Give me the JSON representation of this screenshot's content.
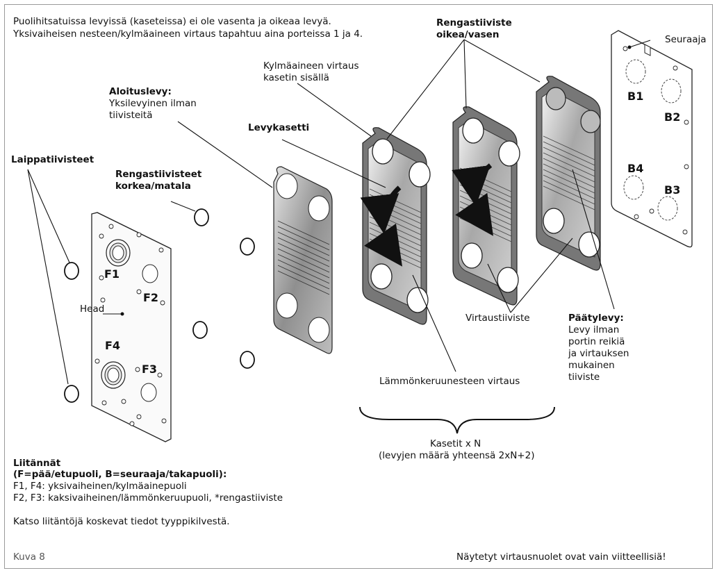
{
  "intro": {
    "line1": "Puolihitsatuissa levyissä (kaseteissa) ei ole vasenta ja oikeaa levyä.",
    "line2": "Yksivaiheisen nesteen/kylmäaineen virtaus tapahtuu aina porteissa 1 ja 4."
  },
  "labels": {
    "ring_right_left_1": "Rengastiiviste",
    "ring_right_left_2": "oikea/vasen",
    "seuraaja": "Seuraaja",
    "refrigerant_flow_1": "Kylmäaineen virtaus",
    "refrigerant_flow_2": "kasetin sisällä",
    "start_plate_title": "Aloituslevy:",
    "start_plate_1": "Yksilevyinen ilman",
    "start_plate_2": "tiivisteitä",
    "cassette": "Levykasetti",
    "flange_gaskets": "Laippatiivisteet",
    "ring_high_low_1": "Rengastiivisteet",
    "ring_high_low_2": "korkea/matala",
    "head": "Head",
    "flow_gasket": "Virtaustiiviste",
    "end_plate_title": "Päätylevy:",
    "end_plate_1": "Levy ilman",
    "end_plate_2": "portin reikiä",
    "end_plate_3": "ja virtauksen",
    "end_plate_4": "mukainen",
    "end_plate_5": "tiiviste",
    "heat_transfer_flow": "Lämmönkeruunesteen virtaus",
    "cassettes_n": "Kasetit x N",
    "plate_count": "(levyjen määrä yhteensä 2xN+2)"
  },
  "ports": {
    "f1": "F1",
    "f2": "F2",
    "f3": "F3",
    "f4": "F4",
    "b1": "B1",
    "b2": "B2",
    "b3": "B3",
    "b4": "B4"
  },
  "connections": {
    "title": "Liitännät",
    "subtitle": "(F=pää/etupuoli, B=seuraaja/takapuoli):",
    "line1": "F1, F4: yksivaiheinen/kylmäainepuoli",
    "line2": "F2, F3: kaksivaiheinen/lämmönkeruupuoli, *rengastiiviste",
    "note": "Katso liitäntöjä koskevat tiedot tyyppikilvestä."
  },
  "footer": {
    "figure": "Kuva 8",
    "disclaimer": "Näytetyt virtausnuolet ovat vain viitteellisiä!"
  }
}
